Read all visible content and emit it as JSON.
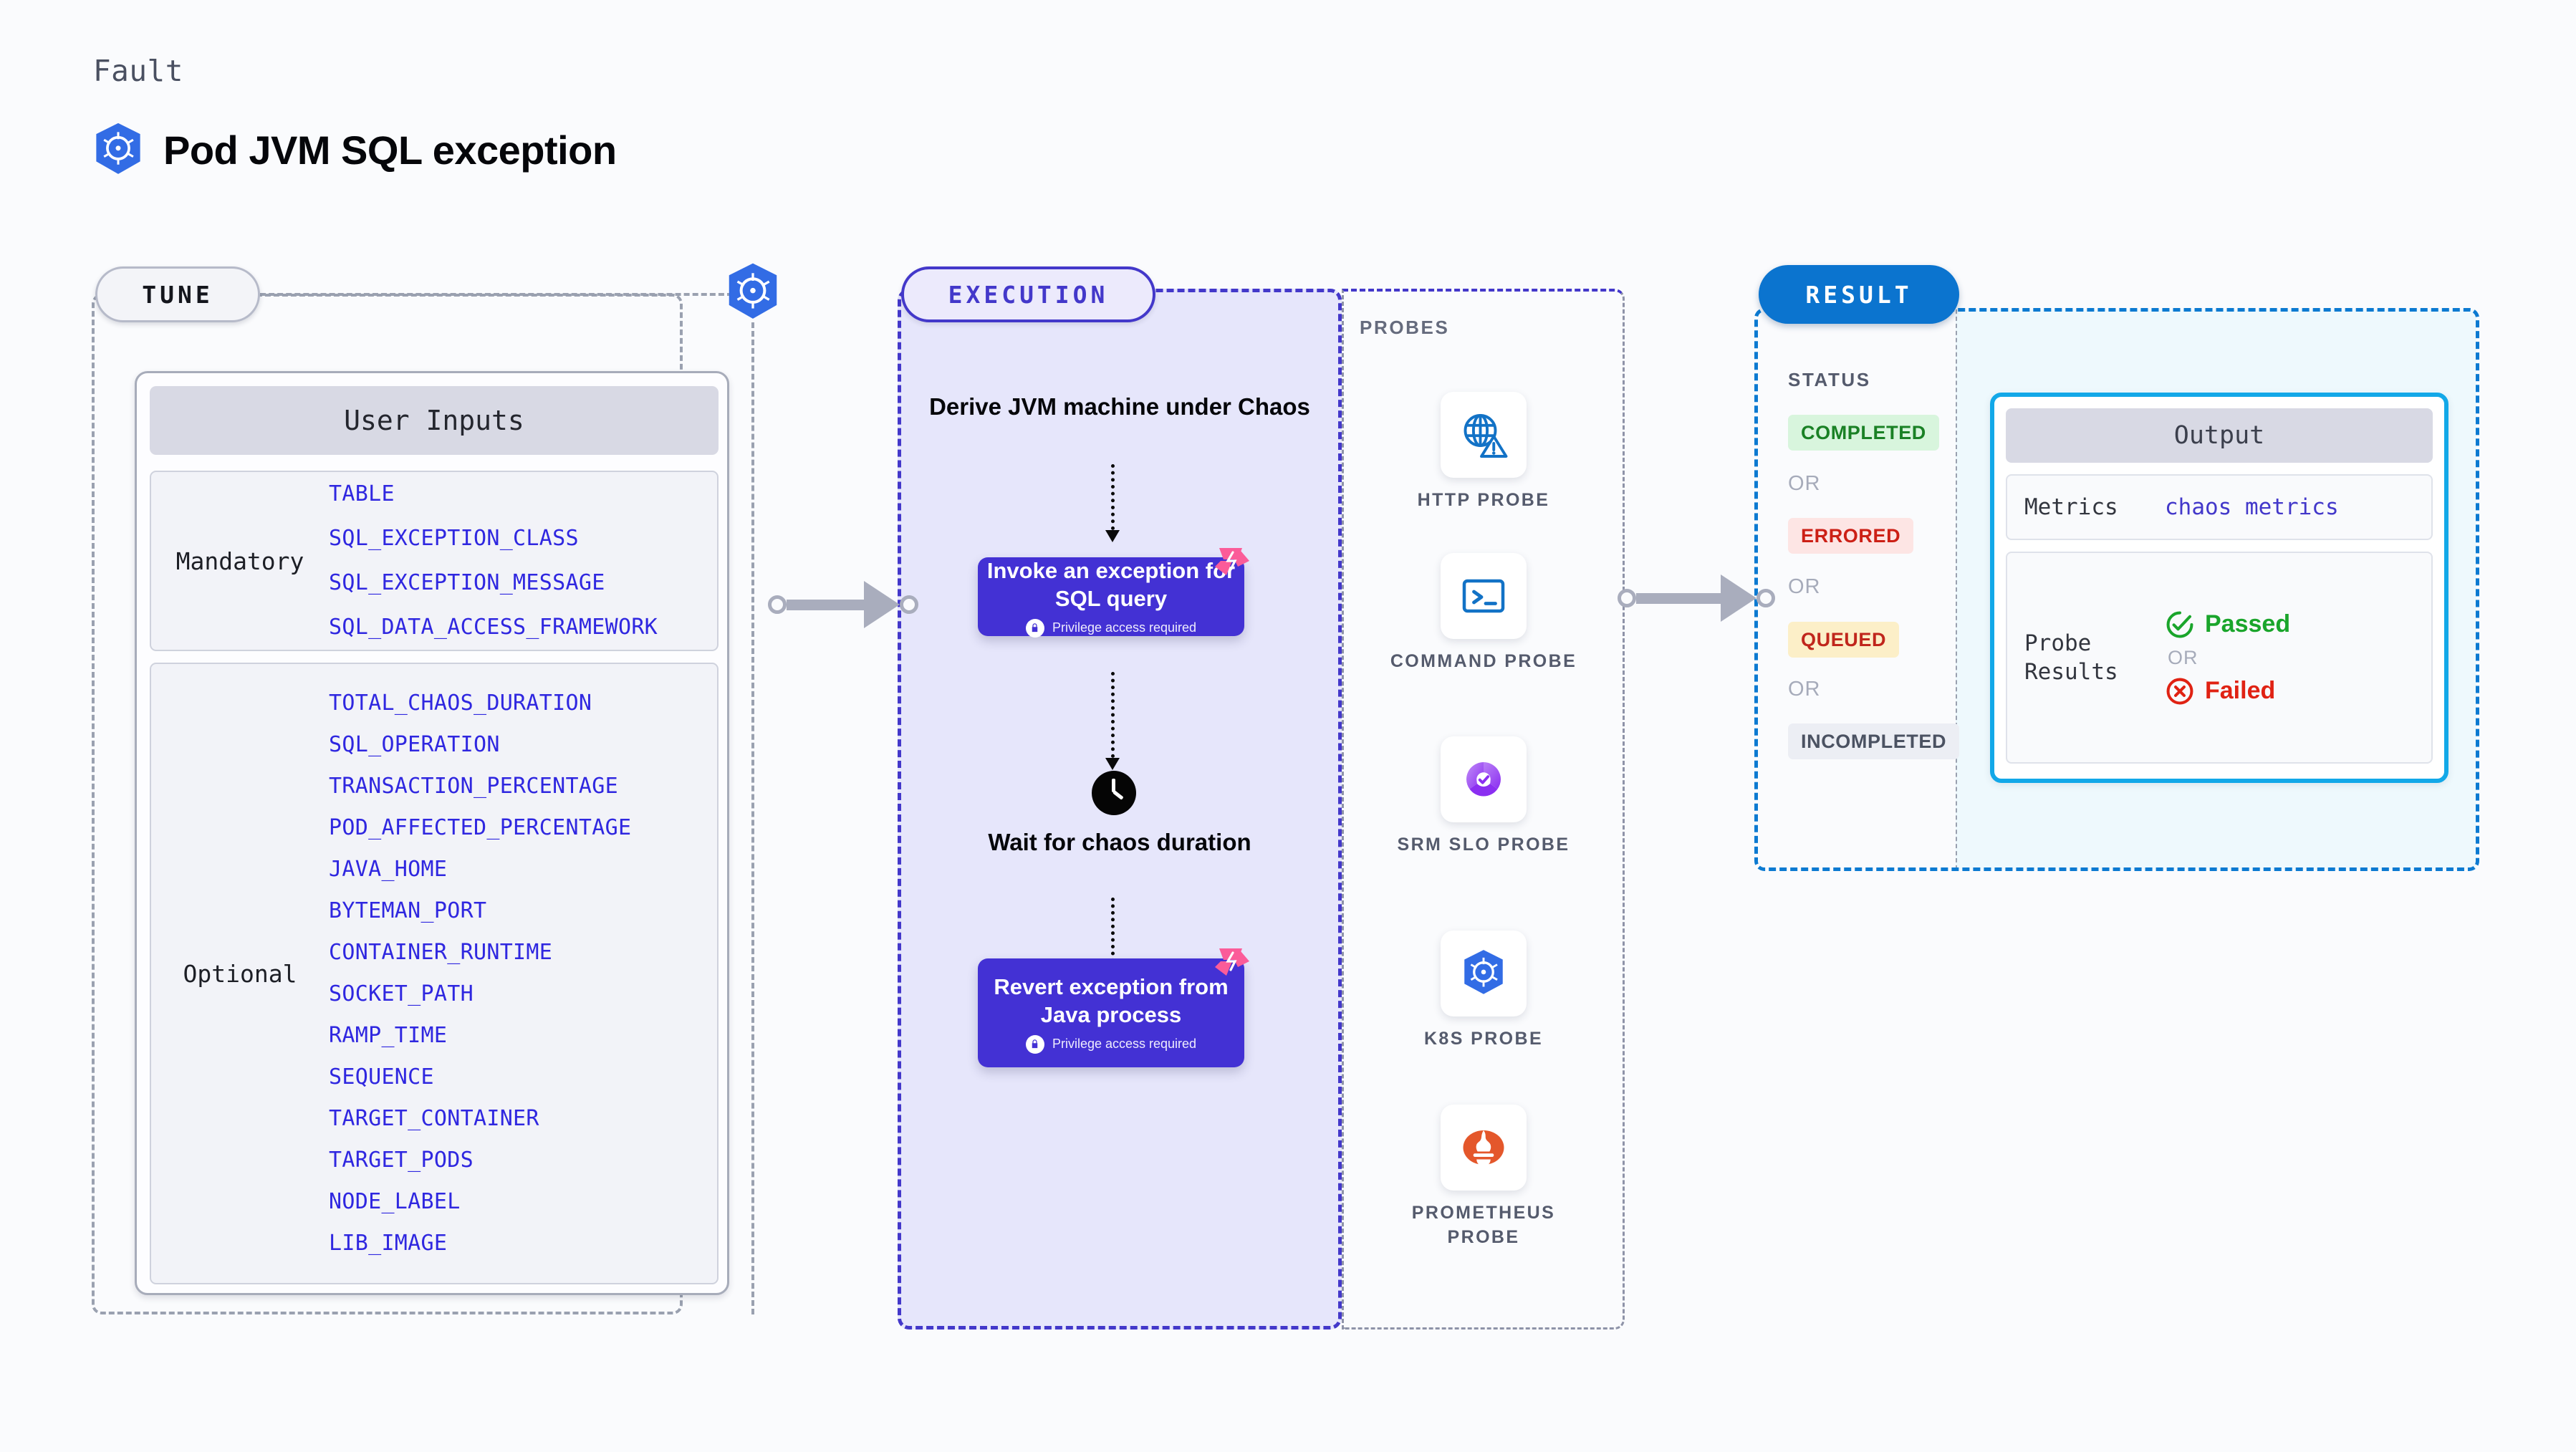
{
  "header": {
    "eyebrow": "Fault",
    "title": "Pod JVM SQL exception",
    "logo_icon": "kubernetes-icon"
  },
  "tune": {
    "pill_label": "TUNE",
    "badge_icon": "kubernetes-icon",
    "card_title": "User Inputs",
    "groups": [
      {
        "label": "Mandatory",
        "params": [
          "TABLE",
          "SQL_EXCEPTION_CLASS",
          "SQL_EXCEPTION_MESSAGE",
          "SQL_DATA_ACCESS_FRAMEWORK"
        ]
      },
      {
        "label": "Optional",
        "params": [
          "TOTAL_CHAOS_DURATION",
          "SQL_OPERATION",
          "TRANSACTION_PERCENTAGE",
          "POD_AFFECTED_PERCENTAGE",
          "JAVA_HOME",
          "BYTEMAN_PORT",
          "CONTAINER_RUNTIME",
          "SOCKET_PATH",
          "RAMP_TIME",
          "SEQUENCE",
          "TARGET_CONTAINER",
          "TARGET_PODS",
          "NODE_LABEL",
          "LIB_IMAGE"
        ]
      }
    ]
  },
  "execution": {
    "pill_label": "EXECUTION",
    "step_derive": "Derive JVM machine under Chaos",
    "action_invoke": {
      "title": "Invoke an exception for SQL query",
      "privilege_note": "Privilege access required",
      "lock_icon": "lock-icon",
      "corner_icon": "litmus-chaos-icon"
    },
    "step_wait": "Wait for chaos duration",
    "wait_icon": "clock-icon",
    "action_revert": {
      "title": "Revert exception from Java process",
      "privilege_note": "Privilege access required",
      "lock_icon": "lock-icon",
      "corner_icon": "litmus-chaos-icon"
    }
  },
  "probes": {
    "label": "PROBES",
    "items": [
      {
        "name": "HTTP PROBE",
        "icon": "globe-warning-icon"
      },
      {
        "name": "COMMAND PROBE",
        "icon": "terminal-icon"
      },
      {
        "name": "SRM SLO PROBE",
        "icon": "srm-slo-icon"
      },
      {
        "name": "K8S PROBE",
        "icon": "kubernetes-icon"
      },
      {
        "name": "PROMETHEUS PROBE",
        "icon": "prometheus-icon"
      }
    ]
  },
  "result": {
    "pill_label": "RESULT",
    "status_label": "STATUS",
    "or_label": "OR",
    "statuses": [
      {
        "label": "COMPLETED",
        "bg": "#d8f5dd",
        "fg": "#1a8125"
      },
      {
        "label": "ERRORED",
        "bg": "#fde5e4",
        "fg": "#cc2016"
      },
      {
        "label": "QUEUED",
        "bg": "#fcefc8",
        "fg": "#c0261c"
      },
      {
        "label": "INCOMPLETED",
        "bg": "#eceef4",
        "fg": "#4b5262"
      }
    ],
    "output": {
      "title": "Output",
      "metrics_key": "Metrics",
      "metrics_value": "chaos metrics",
      "probe_key": "Probe Results",
      "passed_label": "Passed",
      "failed_label": "Failed",
      "or_label": "OR",
      "passed_icon": "check-circle-icon",
      "failed_icon": "x-circle-icon"
    }
  },
  "colors": {
    "page_bg": "#fafbfd",
    "accent_purple": "#4331d4",
    "accent_blue": "#0b74cf",
    "k8s_blue": "#326ce5",
    "param_blue": "#2f27e0",
    "chaos_pink": "#fa5796",
    "cyan_border": "#12a8e8"
  }
}
